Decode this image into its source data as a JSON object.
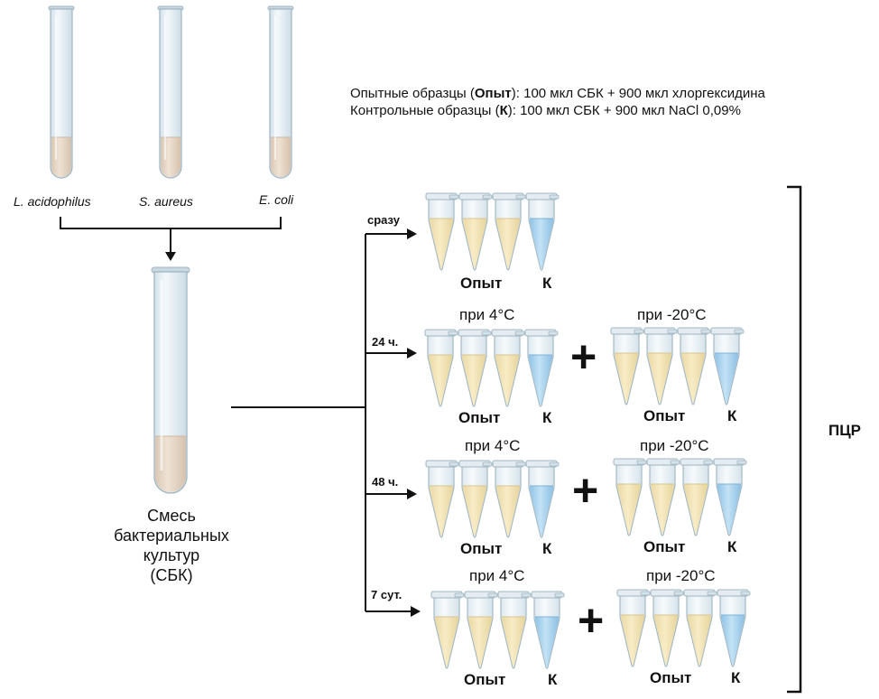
{
  "species": {
    "tube1": "L. acidophilus",
    "tube2": "S. aureus",
    "tube3": "E. coli"
  },
  "legend": {
    "line1_prefix": "Опытные образцы (",
    "line1_key": "Опыт",
    "line1_suffix": "): 100 мкл СБК + 900 мкл хлоргексидина",
    "line2_prefix": "Контрольные образцы (",
    "line2_key": "К",
    "line2_suffix": "): 100 мкл СБК + 900 мкл NaCl 0,09%"
  },
  "mixture": {
    "line1": "Смесь",
    "line2": "бактериальных",
    "line3": "культур",
    "line4": "(СБК)"
  },
  "timepoints": {
    "t0": "сразу",
    "t1": "24 ч.",
    "t2": "48 ч.",
    "t3": "7 сут."
  },
  "conditions": {
    "c4": "при 4°C",
    "cm20": "при -20°C"
  },
  "labels": {
    "exp": "Опыт",
    "ctrl": "К",
    "plus": "+"
  },
  "pcr": "ПЦР",
  "colors": {
    "culture": "#e8d9c8",
    "experimental_fill": "#f5e6b8",
    "control_fill": "#a9d3ee",
    "tube_glass": "#e6eff4",
    "tube_outline": "#9fb5c1"
  }
}
